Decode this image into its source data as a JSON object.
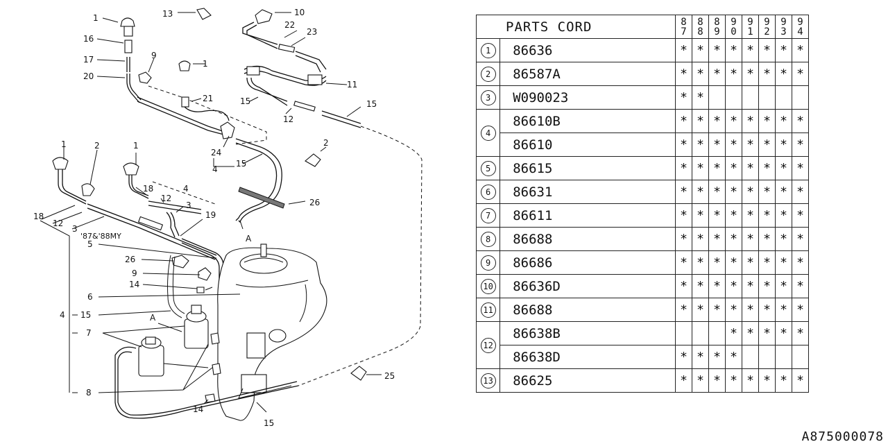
{
  "table": {
    "title": "PARTS CORD",
    "years": [
      {
        "top": "8",
        "bottom": "7"
      },
      {
        "top": "8",
        "bottom": "8"
      },
      {
        "top": "8",
        "bottom": "9"
      },
      {
        "top": "9",
        "bottom": "0"
      },
      {
        "top": "9",
        "bottom": "1"
      },
      {
        "top": "9",
        "bottom": "2"
      },
      {
        "top": "9",
        "bottom": "3"
      },
      {
        "top": "9",
        "bottom": "4"
      }
    ],
    "rows": [
      {
        "idx": "1",
        "part": "86636",
        "marks": [
          "*",
          "*",
          "*",
          "*",
          "*",
          "*",
          "*",
          "*"
        ]
      },
      {
        "idx": "2",
        "part": "86587A",
        "marks": [
          "*",
          "*",
          "*",
          "*",
          "*",
          "*",
          "*",
          "*"
        ]
      },
      {
        "idx": "3",
        "part": "W090023",
        "marks": [
          "*",
          "*",
          "",
          "",
          "",
          "",
          "",
          ""
        ]
      },
      {
        "idx": "4",
        "part": "86610B",
        "marks": [
          "*",
          "*",
          "*",
          "*",
          "*",
          "*",
          "*",
          "*"
        ]
      },
      {
        "idx": "",
        "part": "86610",
        "marks": [
          "*",
          "*",
          "*",
          "*",
          "*",
          "*",
          "*",
          "*"
        ]
      },
      {
        "idx": "5",
        "part": "86615",
        "marks": [
          "*",
          "*",
          "*",
          "*",
          "*",
          "*",
          "*",
          "*"
        ]
      },
      {
        "idx": "6",
        "part": "86631",
        "marks": [
          "*",
          "*",
          "*",
          "*",
          "*",
          "*",
          "*",
          "*"
        ]
      },
      {
        "idx": "7",
        "part": "86611",
        "marks": [
          "*",
          "*",
          "*",
          "*",
          "*",
          "*",
          "*",
          "*"
        ]
      },
      {
        "idx": "8",
        "part": "86688",
        "marks": [
          "*",
          "*",
          "*",
          "*",
          "*",
          "*",
          "*",
          "*"
        ]
      },
      {
        "idx": "9",
        "part": "86686",
        "marks": [
          "*",
          "*",
          "*",
          "*",
          "*",
          "*",
          "*",
          "*"
        ]
      },
      {
        "idx": "10",
        "part": "86636D",
        "marks": [
          "*",
          "*",
          "*",
          "*",
          "*",
          "*",
          "*",
          "*"
        ]
      },
      {
        "idx": "11",
        "part": "86688",
        "marks": [
          "*",
          "*",
          "*",
          "*",
          "*",
          "*",
          "*",
          "*"
        ]
      },
      {
        "idx": "12",
        "part": "86638B",
        "marks": [
          "",
          "",
          "",
          "*",
          "*",
          "*",
          "*",
          "*"
        ]
      },
      {
        "idx": "",
        "part": "86638D",
        "marks": [
          "*",
          "*",
          "*",
          "*",
          "",
          "",
          "",
          ""
        ]
      },
      {
        "idx": "13",
        "part": "86625",
        "marks": [
          "*",
          "*",
          "*",
          "*",
          "*",
          "*",
          "*",
          "*"
        ]
      }
    ]
  },
  "diagram": {
    "labels": {
      "l1a": "1",
      "l16": "16",
      "l17": "17",
      "l20": "20",
      "l9a": "9",
      "l1b": "1",
      "l13": "13",
      "l10": "10",
      "l22": "22",
      "l23": "23",
      "l11": "11",
      "l15a": "15",
      "l12a": "12",
      "l15b": "15",
      "l21": "21",
      "l24": "24",
      "l4a": "4",
      "l15c": "15",
      "l2a": "2",
      "l26a": "26",
      "lA1": "A",
      "l1c": "1",
      "l2b": "2",
      "l1d": "1",
      "l18a": "18",
      "l12b": "12",
      "l3a": "3",
      "l18b": "18",
      "l4b": "4",
      "l12c": "12",
      "l3b": "3",
      "l19": "19",
      "my": "'87&'88MY",
      "l5": "5",
      "l26b": "26",
      "l9b": "9",
      "l14a": "14",
      "l6": "6",
      "l4c": "4",
      "l15d": "15",
      "lA2": "A",
      "l7": "7",
      "l8": "8",
      "l14b": "14",
      "l15e": "15",
      "l25": "25"
    }
  },
  "catalog_number": "A875000078"
}
